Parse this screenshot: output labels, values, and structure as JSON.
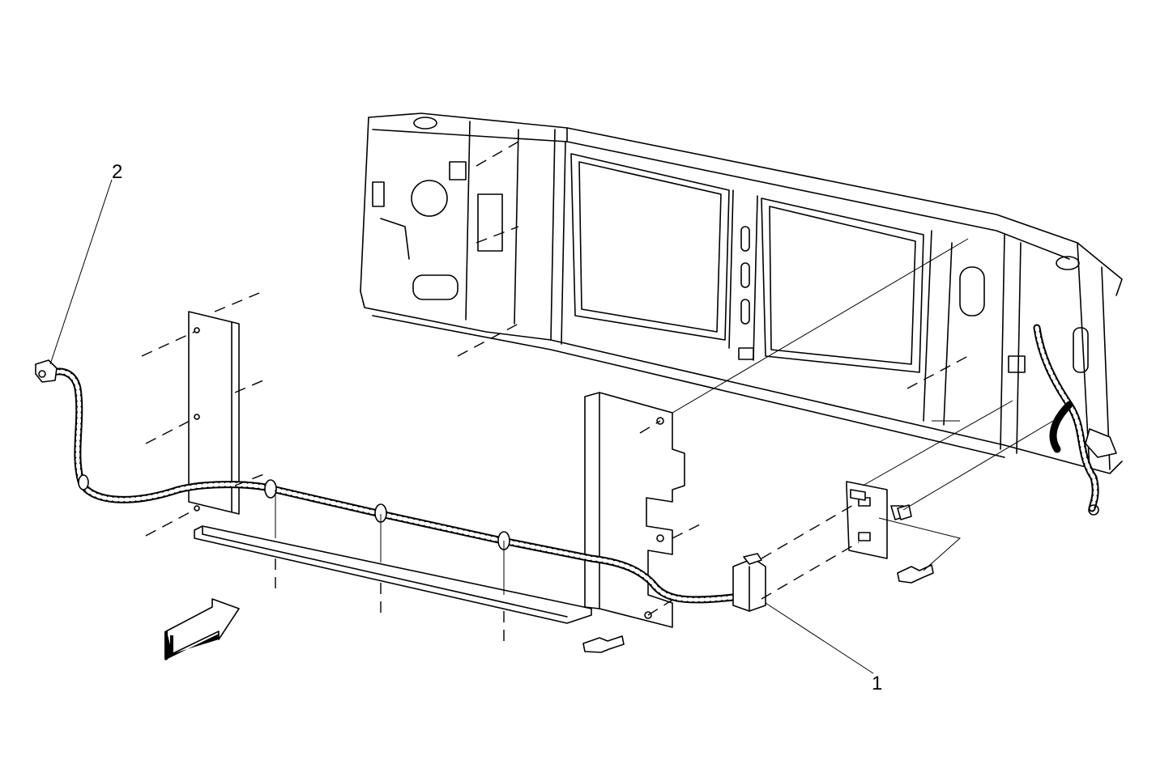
{
  "callouts": [
    {
      "id": "1",
      "label": "1"
    },
    {
      "id": "2",
      "label": "2"
    }
  ],
  "colors": {
    "line": "#000000",
    "background": "#ffffff"
  },
  "icons": [
    "front-direction-arrow-icon"
  ]
}
